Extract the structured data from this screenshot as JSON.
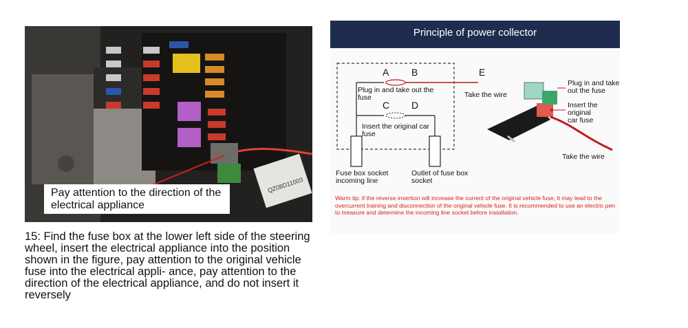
{
  "photo": {
    "callout": "Pay attention to the direction of the electrical appliance",
    "barcode_text": "QZ08D11003"
  },
  "caption": "15: Find the fuse box at the lower left side of the steering wheel, insert the electrical appliance into the position shown in the figure, pay attention to the original vehicle fuse into the electrical appli- ance, pay attention to the direction of the electrical appliance, and do not insert it reversely",
  "diagram": {
    "title": "Principle of power collector",
    "letters": {
      "a": "A",
      "b": "B",
      "c": "C",
      "d": "D",
      "e": "E"
    },
    "labels": {
      "plug_top": "Plug in and take out the\nfuse",
      "insert_original": "Insert the original car\nfuse",
      "take_wire_mid": "Take the wire",
      "fuse_box_socket": "Fuse box socket\nincoming line",
      "outlet_socket": "Outlet of fuse box\nsocket",
      "plug_right": "Plug in and take\nout the fuse",
      "insert_original_right": "Insert the original\ncar fuse",
      "take_wire_right": "Take the wire"
    },
    "warning": "Warm tip: if the reverse insertion will increase the current of the original vehicle fuse, it may lead to the overcurrent training and disconnection of the original vehicle fuse. It is recommended to use an electric pen to measure and determine the incoming line socket before installation."
  },
  "colors": {
    "header_bg": "#1e2d4f",
    "wire_red": "#c0171f",
    "warning_red": "#d81e1e"
  }
}
